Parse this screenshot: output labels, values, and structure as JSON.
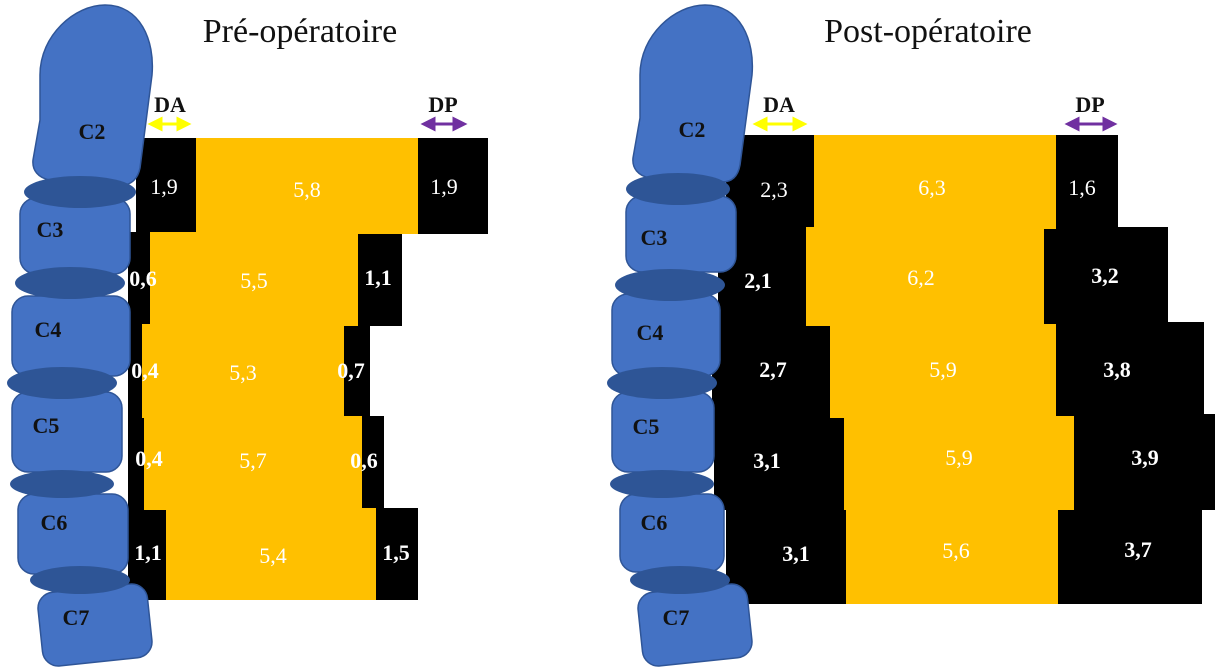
{
  "colors": {
    "vertebra": "#4472c4",
    "vertebra_stroke": "#2f5597",
    "disc": "#2e5596",
    "canal": "#ffc000",
    "space": "#000000",
    "da_arrow": "#ffff00",
    "dp_arrow": "#7030a0",
    "value_light": "#ffffff",
    "value_dark": "#1a1a1a"
  },
  "panels": [
    {
      "title": "Pré-opératoire",
      "da_label": "DA",
      "dp_label": "DP",
      "vertebrae": [
        "C2",
        "C3",
        "C4",
        "C5",
        "C6",
        "C7"
      ],
      "levels": [
        {
          "da": "1,9",
          "canal": "5,8",
          "dp": "1,9",
          "bold": false
        },
        {
          "da": "0,6",
          "canal": "5,5",
          "dp": "1,1",
          "bold": true
        },
        {
          "da": "0,4",
          "canal": "5,3",
          "dp": "0,7",
          "bold": true
        },
        {
          "da": "0,4",
          "canal": "5,7",
          "dp": "0,6",
          "bold": true
        },
        {
          "da": "1,1",
          "canal": "5,4",
          "dp": "1,5",
          "bold": true
        }
      ]
    },
    {
      "title": "Post-opératoire",
      "da_label": "DA",
      "dp_label": "DP",
      "vertebrae": [
        "C2",
        "C3",
        "C4",
        "C5",
        "C6",
        "C7"
      ],
      "levels": [
        {
          "da": "2,3",
          "canal": "6,3",
          "dp": "1,6",
          "bold": false
        },
        {
          "da": "2,1",
          "canal": "6,2",
          "dp": "3,2",
          "bold": true
        },
        {
          "da": "2,7",
          "canal": "5,9",
          "dp": "3,8",
          "bold": true
        },
        {
          "da": "3,1",
          "canal": "5,9",
          "dp": "3,9",
          "bold": true
        },
        {
          "da": "3,1",
          "canal": "5,6",
          "dp": "3,7",
          "bold": true
        }
      ]
    }
  ]
}
